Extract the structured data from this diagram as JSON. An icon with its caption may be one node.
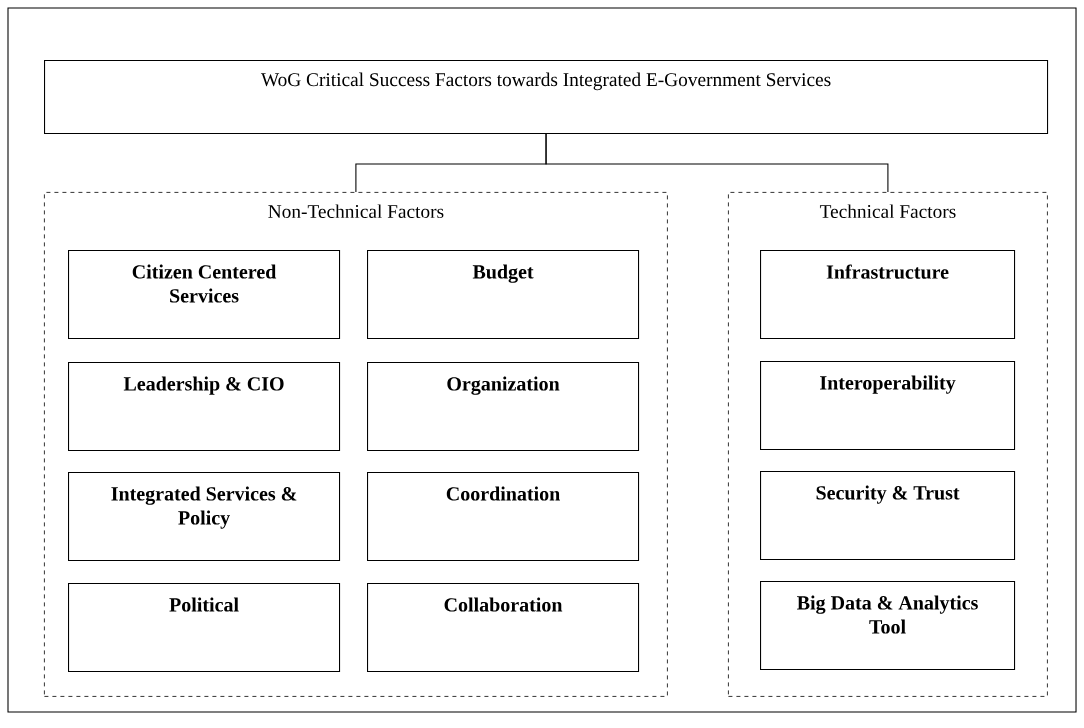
{
  "diagram": {
    "nodes": [
      {
        "text": [
          "WoG Critical Success Factors towards Integrated E-Government Services"
        ]
      },
      {
        "text": [
          "Non-Technical Factors"
        ]
      },
      {
        "text": [
          "Citizen Centered Services"
        ],
        "in": 1
      },
      {
        "text": [
          "Budget"
        ],
        "in": 1
      },
      {
        "text": [
          "Leadership & CIO"
        ],
        "in": 1
      },
      {
        "text": [
          "Organization"
        ],
        "in": 1
      },
      {
        "text": [
          "Integrated Services & Policy"
        ],
        "in": 1
      },
      {
        "text": [
          "Coordination"
        ],
        "in": 1
      },
      {
        "text": [
          "Political"
        ],
        "in": 1
      },
      {
        "text": [
          "Collaboration"
        ],
        "in": 1
      },
      {
        "text": [
          "Technical Factors"
        ]
      },
      {
        "text": [
          "Infrastructure"
        ],
        "in": 10
      },
      {
        "text": [
          "Interoperability"
        ],
        "in": 10
      },
      {
        "text": [
          "Security & Trust"
        ],
        "in": 10
      },
      {
        "text": [
          "Big Data & Analytics Tool"
        ],
        "in": 10
      }
    ],
    "edges": [
      {
        "from": 0,
        "to": 1,
        "arrow": "none"
      },
      {
        "from": 0,
        "to": 10,
        "arrow": "none"
      }
    ]
  }
}
